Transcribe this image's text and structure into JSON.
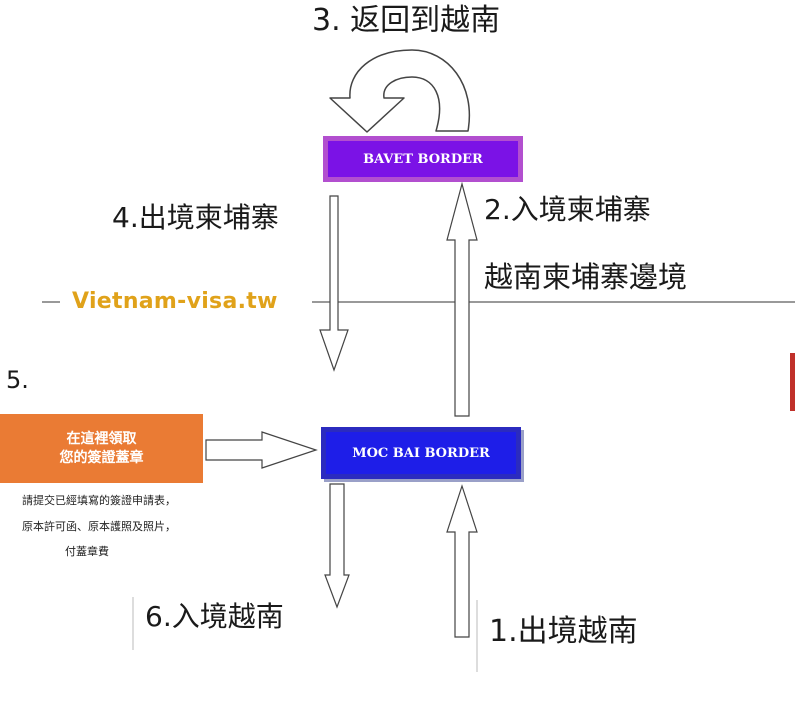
{
  "steps": {
    "step3": "3. 返回到越南",
    "step4": "4.出境柬埔寨",
    "step2": "2.入境柬埔寨",
    "border_label": "越南柬埔寨邊境",
    "step5": "5.",
    "step6": "6.入境越南",
    "step1": "1.出境越南"
  },
  "borders": {
    "bavet": "BAVET BORDER",
    "moc_bai": "MOC BAI BORDER"
  },
  "brand": "Vietnam-visa.tw",
  "pickup_box": {
    "line1": "在這裡領取",
    "line2": "您的簽證蓋章"
  },
  "pickup_notes": [
    "請提交已經填寫的簽證申請表，",
    "原本許可函、原本護照及照片，",
    "付蓋章費"
  ],
  "colors": {
    "bavet_fill": "#7b12e6",
    "moc_bai_fill": "#1e1ee8",
    "brand_text": "#e0a21a",
    "pickup_box_fill": "#ea7b34"
  }
}
